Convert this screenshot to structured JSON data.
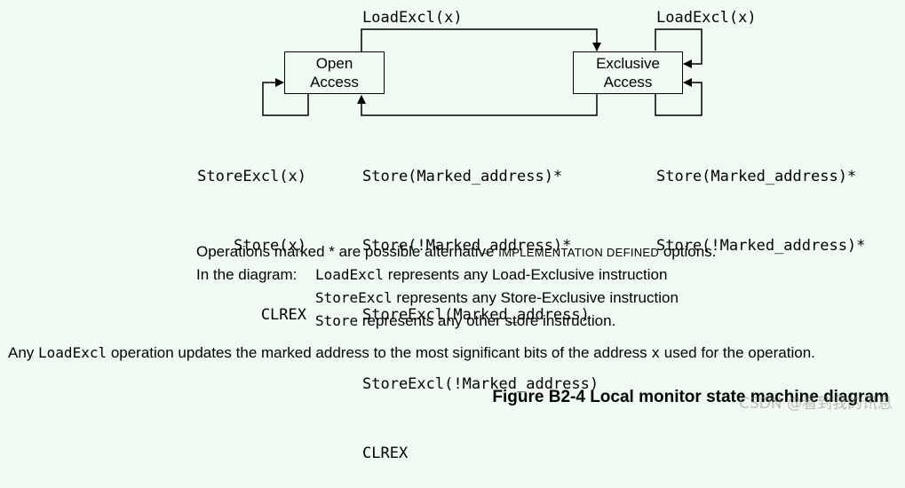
{
  "states": {
    "open": "Open\nAccess",
    "exclusive": "Exclusive\nAccess"
  },
  "transitions": {
    "open_to_exclusive": "LoadExcl(x)",
    "exclusive_self_load": "LoadExcl(x)",
    "open_self": [
      "StoreExcl(x)",
      "Store(x)",
      "CLREX"
    ],
    "exclusive_to_open": [
      "Store(Marked_address)*",
      "Store(!Marked_address)*",
      "StoreExcl(Marked_address)",
      "StoreExcl(!Marked_address)",
      "CLREX"
    ],
    "exclusive_self_store": [
      "Store(Marked_address)*",
      "Store(!Marked_address)*"
    ]
  },
  "notes": {
    "line1_pre": "Operations marked * are possible alternative ",
    "line1_sc": "IMPLEMENTATION DEFINED",
    "line1_post": " options.",
    "diagram_prefix": "In the diagram:",
    "items": [
      {
        "code": "LoadExcl",
        "text": " represents any Load-Exclusive instruction"
      },
      {
        "code": "StoreExcl",
        "text": " represents any Store-Exclusive instruction"
      },
      {
        "code": "Store",
        "text": " represents any other store instruction."
      }
    ],
    "any_pre": "Any ",
    "any_code": "LoadExcl",
    "any_mid": " operation updates the marked address to the most significant bits of the address ",
    "any_var": "x",
    "any_post": " used for the operation."
  },
  "caption": "Figure B2-4  Local monitor state machine diagram",
  "watermark": "CSDN @看到我的讯息"
}
